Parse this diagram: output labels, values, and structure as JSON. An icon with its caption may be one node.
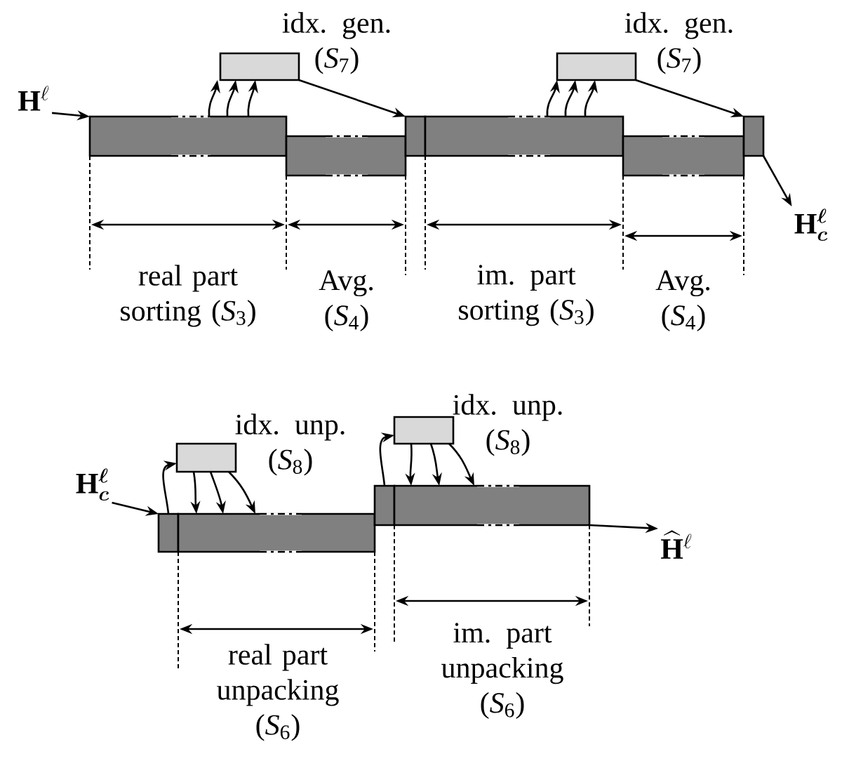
{
  "diagram": {
    "nodes": [
      {
        "text": [
          "\\mathbf{H}^{\\ell}"
        ]
      },
      {
        "text": [],
        "shape": "box",
        "beside": [
          "idx. gen. (*S*$_{7}$)"
        ]
      },
      {
        "text": [],
        "shape": "bar",
        "beside": [
          "real part sorting (*S*$_{3}$)"
        ]
      },
      {
        "text": [],
        "shape": "bar",
        "beside": [
          "Avg. (*S*$_{4}$)"
        ]
      },
      {
        "text": [],
        "shape": "bar"
      },
      {
        "text": [],
        "shape": "box",
        "beside": [
          "idx. gen. (*S*$_{7}$)"
        ]
      },
      {
        "text": [],
        "shape": "bar",
        "beside": [
          "im. part sorting (*S*$_{3}$)"
        ]
      },
      {
        "text": [],
        "shape": "bar",
        "beside": [
          "Avg. (*S*$_{4}$)"
        ]
      },
      {
        "text": [],
        "shape": "bar"
      },
      {
        "text": [
          "\\mathbf{H}_{\\boldsymbol{c}}^{\\boldsymbol{\\ell}}"
        ]
      },
      {
        "text": [
          "\\mathbf{H}_{\\boldsymbol{c}}^{\\boldsymbol{\\ell}}"
        ]
      },
      {
        "text": [],
        "shape": "box",
        "beside": [
          "idx. unp. (*S*$_{8}$)"
        ]
      },
      {
        "text": [],
        "shape": "bar"
      },
      {
        "text": [],
        "shape": "bar",
        "beside": [
          "real part unpacking (*S*$_{6}$)"
        ]
      },
      {
        "text": [],
        "shape": "box",
        "beside": [
          "idx. unp. (*S*$_{8}$)"
        ]
      },
      {
        "text": [],
        "shape": "bar"
      },
      {
        "text": [],
        "shape": "bar",
        "beside": [
          "im. part unpacking (*S*$_{6}$)"
        ]
      },
      {
        "text": [
          "\\widehat{\\mathbf{H}}^{\\ell}"
        ]
      }
    ],
    "edges": [
      {
        "from": 0,
        "to": 2,
        "arrow": "to"
      },
      {
        "from": 2,
        "to": 1,
        "arrow": "to"
      },
      {
        "from": 2,
        "to": 1,
        "arrow": "to"
      },
      {
        "from": 2,
        "to": 1,
        "arrow": "to"
      },
      {
        "from": 1,
        "to": 4,
        "arrow": "to"
      },
      {
        "from": 6,
        "to": 5,
        "arrow": "to"
      },
      {
        "from": 6,
        "to": 5,
        "arrow": "to"
      },
      {
        "from": 6,
        "to": 5,
        "arrow": "to"
      },
      {
        "from": 5,
        "to": 8,
        "arrow": "to"
      },
      {
        "from": 8,
        "to": 9,
        "arrow": "to"
      },
      {
        "from": 10,
        "to": 12,
        "arrow": "to"
      },
      {
        "from": 12,
        "to": 11,
        "arrow": "to"
      },
      {
        "from": 11,
        "to": 13,
        "arrow": "to"
      },
      {
        "from": 11,
        "to": 13,
        "arrow": "to"
      },
      {
        "from": 11,
        "to": 13,
        "arrow": "to"
      },
      {
        "from": 15,
        "to": 14,
        "arrow": "to"
      },
      {
        "from": 14,
        "to": 16,
        "arrow": "to"
      },
      {
        "from": 14,
        "to": 16,
        "arrow": "to"
      },
      {
        "from": 14,
        "to": 16,
        "arrow": "to"
      },
      {
        "from": 16,
        "to": 17,
        "arrow": "to"
      }
    ]
  }
}
